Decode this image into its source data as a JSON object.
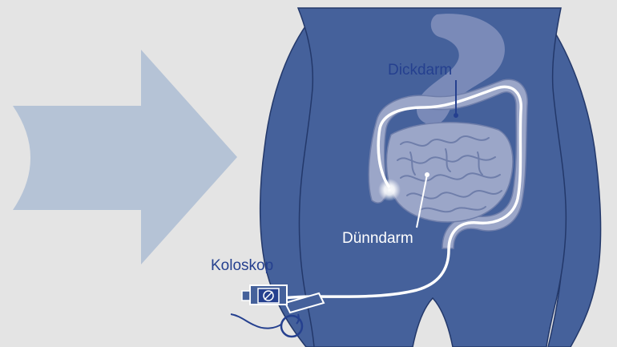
{
  "labels": {
    "large_intestine": "Dickdarm",
    "small_intestine": "Dünndarm",
    "colonoscope": "Koloskop"
  },
  "colors": {
    "background": "#e4e4e4",
    "arrow": "#b5c3d6",
    "body": "#45619b",
    "body_outline": "#23386a",
    "organs": "#9ba6c8",
    "tube": "#ffffff",
    "label_dark": "#25408f",
    "label_light": "#ffffff"
  }
}
